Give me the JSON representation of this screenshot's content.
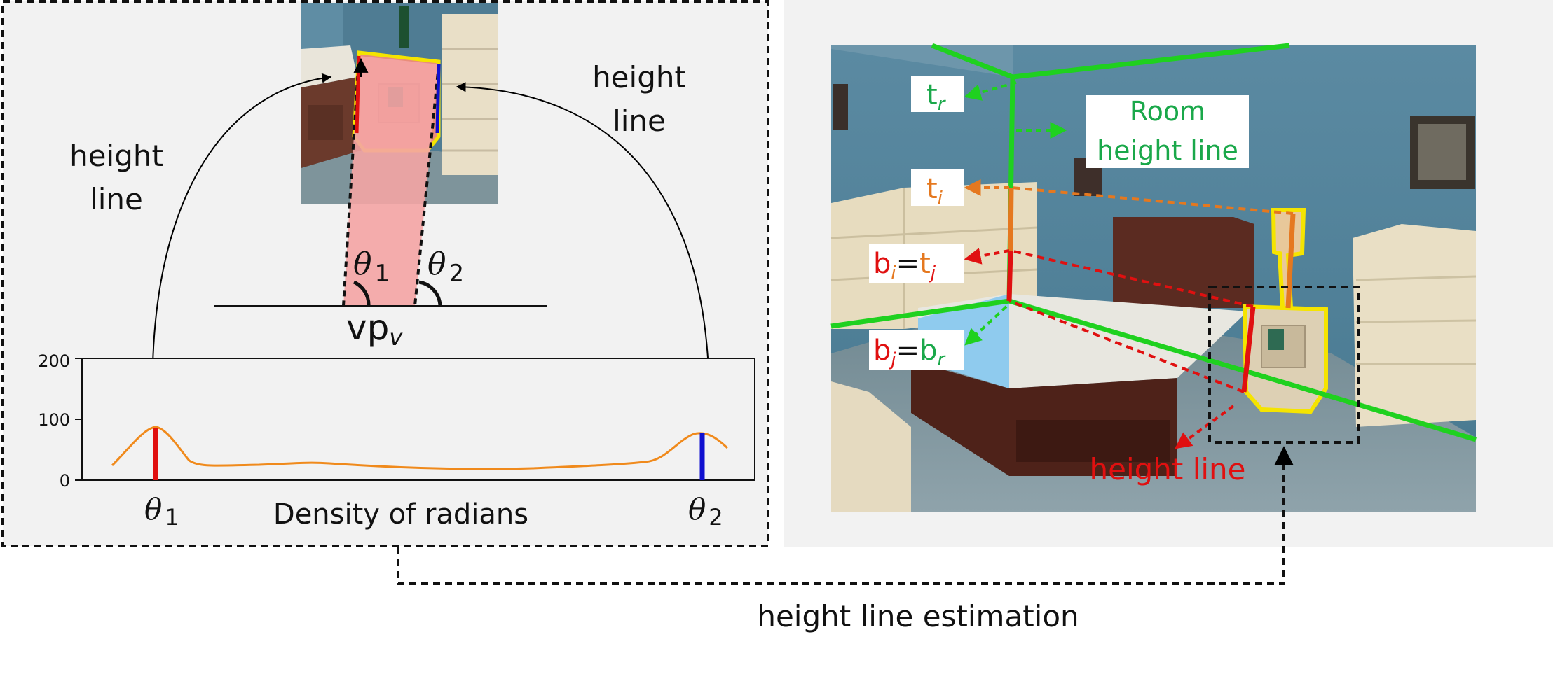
{
  "left_panel": {
    "height_line_left": [
      "height",
      "line"
    ],
    "height_line_right": [
      "height",
      "line"
    ],
    "theta1": {
      "sym": "θ",
      "sub": "1"
    },
    "theta2": {
      "sym": "θ",
      "sub": "2"
    },
    "vp": {
      "main": "vp",
      "sub": "v"
    },
    "density_plot": {
      "y_ticks": [
        "200",
        "100",
        "0"
      ],
      "x_tick_1": {
        "sym": "θ",
        "sub": "1"
      },
      "x_tick_2": {
        "sym": "θ",
        "sub": "2"
      },
      "xlabel": "Density of radians"
    }
  },
  "right_panel": {
    "t_r": {
      "main": "t",
      "sub": "r"
    },
    "room_height_line": [
      "Room",
      "height line"
    ],
    "t_i": {
      "main": "t",
      "sub": "i"
    },
    "bi_tj": {
      "a": "b",
      "a_sub": "i",
      "eq": "=",
      "b": "t",
      "b_sub": "j"
    },
    "bj_br": {
      "a": "b",
      "a_sub": "j",
      "eq": "=",
      "b": "b",
      "b_sub": "r"
    },
    "height_line": "height line"
  },
  "connector_label": "height line estimation",
  "colors": {
    "green": "#1fd11f",
    "green_text": "#1aa84a",
    "orange": "#e5781f",
    "red": "#e01010",
    "yellow": "#f5e400",
    "blue": "#1010d0",
    "wall": "#4e7f98",
    "panel_bg": "#f2f2f2"
  }
}
